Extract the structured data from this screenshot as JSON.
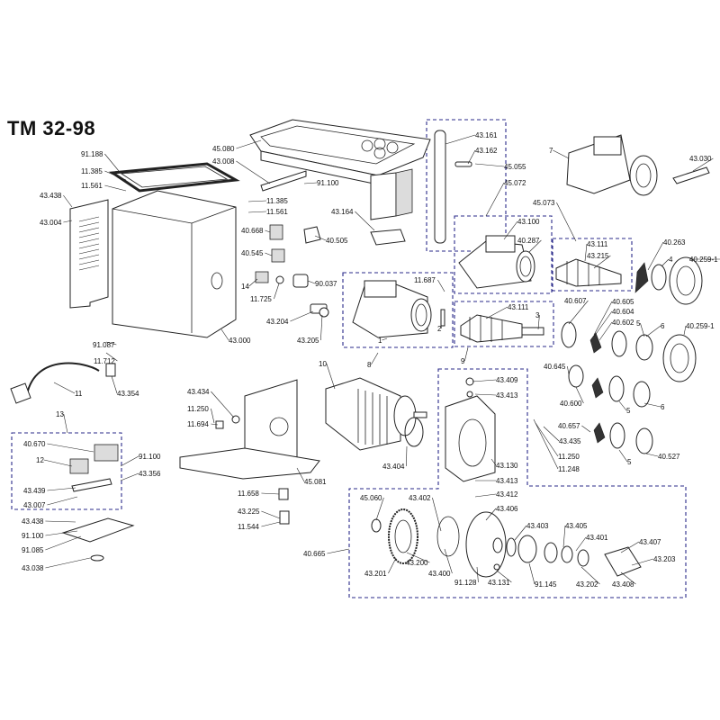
{
  "title": "TM 32-98",
  "labels": [
    "91.188",
    "11.385",
    "11.561",
    "43.438",
    "43.004",
    "45.080",
    "43.008",
    "91.100",
    "11.385",
    "11.561",
    "43.164",
    "40.668",
    "40.505",
    "40.545",
    "14",
    "11.725",
    "90.037",
    "43.204",
    "43.205",
    "43.000",
    "91.087",
    "11.712",
    "43.354",
    "11",
    "43.161",
    "43.162",
    "45.055",
    "45.072",
    "43.100",
    "40.287",
    "45.073",
    "43.111",
    "43.215",
    "7",
    "43.030",
    "40.263",
    "4",
    "40.259-1",
    "11.687",
    "2",
    "1",
    "8",
    "43.111",
    "3",
    "9",
    "40.607",
    "40.605",
    "40.604",
    "40.602",
    "5",
    "6",
    "40.259-1",
    "40.645",
    "40.600",
    "5",
    "6",
    "40.657",
    "43.435",
    "11.250",
    "11.248",
    "5",
    "40.527",
    "10",
    "43.404",
    "43.409",
    "43.413",
    "43.130",
    "43.413",
    "43.412",
    "43.406",
    "43.434",
    "11.250",
    "11.694",
    "45.081",
    "11.658",
    "43.225",
    "11.544",
    "13",
    "40.670",
    "12",
    "91.100",
    "43.356",
    "43.439",
    "43.007",
    "43.438",
    "91.100",
    "91.085",
    "43.038",
    "40.665",
    "45.060",
    "43.402",
    "43.403",
    "43.405",
    "43.401",
    "43.407",
    "43.203",
    "43.201",
    "43.200",
    "43.400",
    "91.128",
    "43.131",
    "91.145",
    "43.202",
    "43.408",
    "43.203"
  ]
}
